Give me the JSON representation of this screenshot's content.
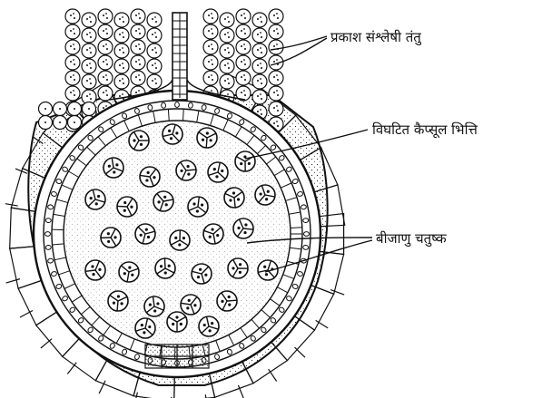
{
  "labels": {
    "photosynthetic_filaments": "प्रकाश संश्लेषी तंतु",
    "disintegrated_capsule_wall": "विघटित कैप्सूल भित्ति",
    "spore_tetrads": "बीजाणु चतुष्क"
  },
  "colors": {
    "ink": "#111111",
    "background": "#ffffff"
  }
}
